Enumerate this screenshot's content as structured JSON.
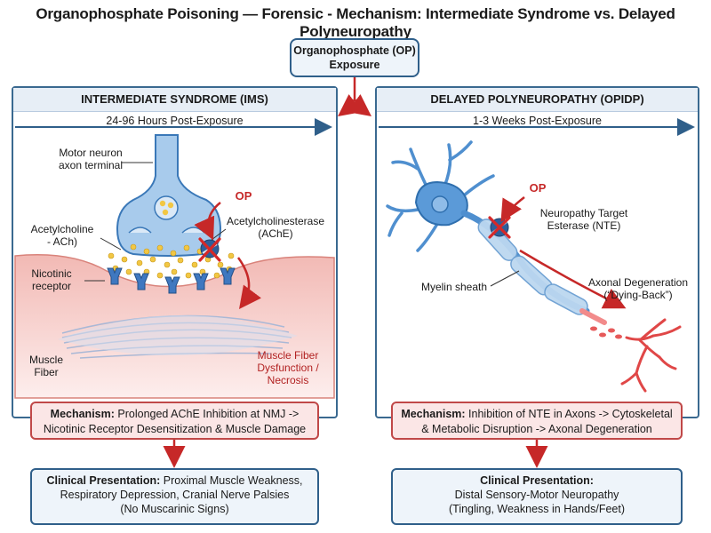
{
  "title": "Organophosphate Poisoning — Forensic - Mechanism: Intermediate Syndrome vs. Delayed Polyneuropathy",
  "exposure": {
    "line1": "Organophosphate (OP)",
    "line2": "Exposure"
  },
  "ims": {
    "header": "INTERMEDIATE SYNDROME (IMS)",
    "timeline": "24-96 Hours Post-Exposure",
    "labels": {
      "motor_neuron_1": "Motor neuron",
      "motor_neuron_2": "axon terminal",
      "op": "OP",
      "ache_1": "Acetylcholinesterase",
      "ache_2": "(AChE)",
      "ach_1": "Acetylcholine",
      "ach_2": "- ACh)",
      "receptor_1": "Nicotinic",
      "receptor_2": "receptor",
      "fiber_1": "Muscle",
      "fiber_2": "Fiber",
      "dysfunction_1": "Muscle Fiber",
      "dysfunction_2": "Dysfunction /",
      "dysfunction_3": "Necrosis"
    },
    "mechanism_label": "Mechanism:",
    "mechanism_line1": "Prolonged AChE Inhibition at NMJ ->",
    "mechanism_line2": "Nicotinic Receptor Desensitization & Muscle Damage",
    "clinical_label": "Clinical Presentation:",
    "clinical_line1": "Proximal Muscle Weakness,",
    "clinical_line2": "Respiratory Depression, Cranial Nerve Palsies",
    "clinical_line3": "(No Muscarinic Signs)"
  },
  "opidp": {
    "header": "DELAYED POLYNEUROPATHY (OPIDP)",
    "timeline": "1-3 Weeks Post-Exposure",
    "labels": {
      "op": "OP",
      "nte_1": "Neuropathy Target",
      "nte_2": "Esterase (NTE)",
      "myelin": "Myelin sheath",
      "degeneration_1": "Axonal Degeneration",
      "degeneration_2": "(“Dying-Back”)"
    },
    "mechanism_label": "Mechanism:",
    "mechanism_line1": "Inhibition of NTE in Axons -> Cytoskeletal",
    "mechanism_line2": "& Metabolic Disruption -> Axonal Degeneration",
    "clinical_label": "Clinical Presentation:",
    "clinical_line1": "Distal Sensory-Motor Neuropathy",
    "clinical_line2": "(Tingling, Weakness in Hands/Feet)"
  },
  "colors": {
    "blue_border": "#2f5f8a",
    "red_accent": "#c62828",
    "neuron_blue": "#4f8fcf",
    "muscle_pink": "#f7d6d3",
    "ach_yellow": "#f2c744"
  }
}
